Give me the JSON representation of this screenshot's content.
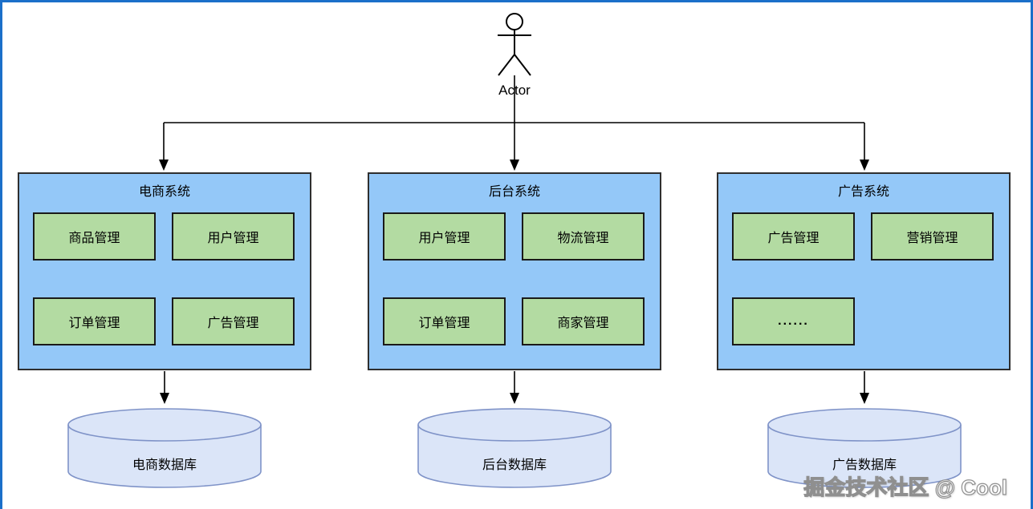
{
  "actor": {
    "label": "Actor"
  },
  "systems": [
    {
      "title": "电商系统",
      "modules": [
        "商品管理",
        "用户管理",
        "订单管理",
        "广告管理"
      ]
    },
    {
      "title": "后台系统",
      "modules": [
        "用户管理",
        "物流管理",
        "订单管理",
        "商家管理"
      ]
    },
    {
      "title": "广告系统",
      "modules": [
        "广告管理",
        "营销管理",
        "......"
      ]
    }
  ],
  "databases": [
    {
      "label": "电商数据库"
    },
    {
      "label": "后台数据库"
    },
    {
      "label": "广告数据库"
    }
  ],
  "watermark": "掘金技术社区 @ Cool",
  "colors": {
    "frame_border": "#1b6fc9",
    "system_fill": "#94c8f8",
    "system_border": "#2f2f2f",
    "module_fill": "#b3dba2",
    "module_border": "#1a1a1a",
    "cylinder_fill": "#dbe5f8",
    "cylinder_stroke": "#7f93c8",
    "connector": "#000000"
  }
}
